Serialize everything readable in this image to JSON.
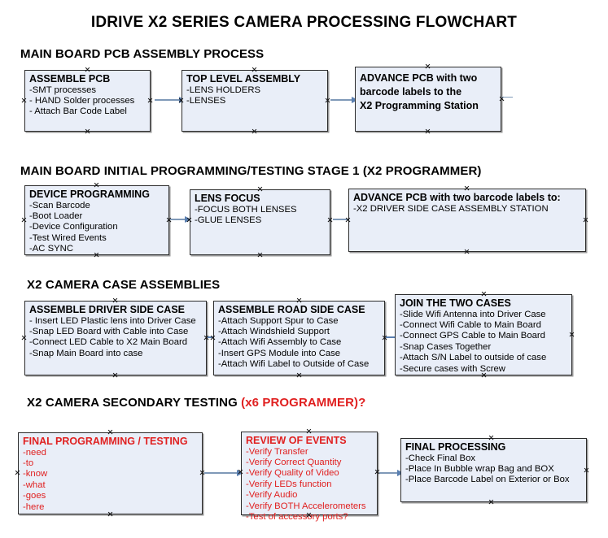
{
  "document": {
    "title": "IDRIVE X2  SERIES CAMERA PROCESSING FLOWCHART",
    "accent_color": "#e02020",
    "box_fill": "#e9eef8",
    "box_border": "#2b2b2b",
    "arrow_color": "#5a7fb0"
  },
  "sections": [
    {
      "id": "main-board-pcb-assembly",
      "heading": "MAIN BOARD PCB ASSEMBLY PROCESS",
      "heading_accent": "",
      "boxes": [
        {
          "id": "assemble-pcb",
          "title": "ASSEMBLE PCB",
          "lines": [
            "-SMT processes",
            "- HAND Solder processes",
            "- Attach Bar Code Label"
          ]
        },
        {
          "id": "top-level-assembly",
          "title": "TOP LEVEL ASSEMBLY",
          "lines": [
            "-LENS HOLDERS",
            "-LENSES"
          ]
        },
        {
          "id": "advance-pcb-programming-station",
          "title": "ADVANCE PCB with two",
          "lines": [
            "barcode labels to the",
            " X2 Programming Station"
          ]
        }
      ]
    },
    {
      "id": "initial-programming-testing",
      "heading": "MAIN BOARD INITIAL PROGRAMMING/TESTING STAGE 1 (X2 PROGRAMMER)",
      "heading_accent": "",
      "boxes": [
        {
          "id": "device-programming",
          "title": "DEVICE PROGRAMMING",
          "lines": [
            "-Scan Barcode",
            "-Boot Loader",
            "-Device Configuration",
            "-Test Wired Events",
            "-AC SYNC"
          ]
        },
        {
          "id": "lens-focus",
          "title": "LENS FOCUS",
          "lines": [
            "-FOCUS BOTH LENSES",
            "-GLUE LENSES"
          ]
        },
        {
          "id": "advance-pcb-driver-side-station",
          "title": "ADVANCE PCB with two barcode labels to:",
          "lines": [
            "-X2 DRIVER  SIDE  CASE  ASSEMBLY STATION"
          ]
        }
      ]
    },
    {
      "id": "camera-case-assemblies",
      "heading": "X2 CAMERA CASE ASSEMBLIES",
      "heading_accent": "",
      "boxes": [
        {
          "id": "assemble-driver-side-case",
          "title": "ASSEMBLE DRIVER SIDE CASE",
          "lines": [
            "- Insert LED Plastic lens into Driver Case",
            "-Snap LED Board with Cable into Case",
            "-Connect LED Cable to X2 Main Board",
            "-Snap Main Board into case"
          ]
        },
        {
          "id": "assemble-road-side-case",
          "title": "ASSEMBLE ROAD SIDE CASE",
          "lines": [
            "-Attach Support Spur to Case",
            "-Attach Windshield Support",
            "-Attach Wifi Assembly to Case",
            "-Insert GPS Module into Case",
            "-Attach Wifi Label to Outside of Case"
          ]
        },
        {
          "id": "join-the-two-cases",
          "title": "JOIN THE TWO CASES",
          "lines": [
            "-Slide Wifi Antenna into Driver Case",
            "-Connect Wifi Cable to Main Board",
            "-Connect GPS Cable to Main Board",
            "-Snap Cases Together",
            "-Attach S/N Label to outside of case",
            "-Secure cases with Screw"
          ]
        }
      ]
    },
    {
      "id": "secondary-testing",
      "heading": "X2 CAMERA SECONDARY TESTING ",
      "heading_accent": "(x6 PROGRAMMER)?",
      "boxes": [
        {
          "id": "final-programming-testing",
          "title": "FINAL PROGRAMMING / TESTING",
          "lines": [
            "-need",
            "-to",
            "-know",
            "-what",
            "-goes",
            "-here"
          ]
        },
        {
          "id": "review-of-events",
          "title": "REVIEW OF EVENTS",
          "lines": [
            "-Verify Transfer",
            "-Verify Correct Quantity",
            "-Verify Quality of Video",
            "-Verify LEDs function",
            "-Verify Audio",
            "-Verify BOTH Accelerometers",
            "-Test of accessory ports?"
          ]
        },
        {
          "id": "final-processing",
          "title": "FINAL PROCESSING",
          "lines": [
            " -Check Final Box",
            "-Place In Bubble wrap Bag and BOX",
            "-Place Barcode Label on Exterior or Box"
          ]
        }
      ]
    }
  ]
}
